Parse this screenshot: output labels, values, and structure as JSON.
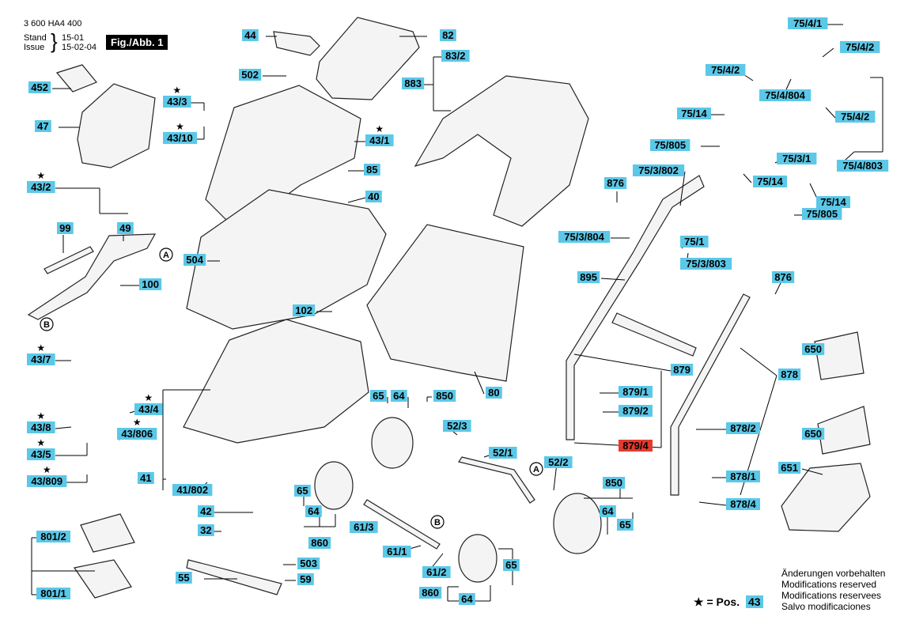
{
  "header": {
    "doc_number": "3 600 HA4 400",
    "stand_label": "Stand",
    "stand_value": "15-01",
    "issue_label": "Issue",
    "issue_value": "15-02-04",
    "figure_label": "Fig./Abb. 1"
  },
  "notes": [
    "Änderungen vorbehalten",
    "Modifications reserved",
    "Modifications reservees",
    "Salvo modificaciones"
  ],
  "star_legend": {
    "symbol": "★",
    "text": "= Pos.",
    "ref": "43"
  },
  "colors": {
    "label_bg": "#5bc8e8",
    "highlight_bg": "#e23b2e",
    "line": "#000000",
    "part_fill": "#f4f4f4",
    "part_stroke": "#222222"
  },
  "callouts": [
    {
      "id": "44",
      "text": "44"
    },
    {
      "id": "82",
      "text": "82"
    },
    {
      "id": "83_2",
      "text": "83/2"
    },
    {
      "id": "883",
      "text": "883"
    },
    {
      "id": "452",
      "text": "452"
    },
    {
      "id": "47",
      "text": "47"
    },
    {
      "id": "502",
      "text": "502"
    },
    {
      "id": "43_3",
      "text": "43/3",
      "star": true
    },
    {
      "id": "43_10",
      "text": "43/10",
      "star": true
    },
    {
      "id": "43_1",
      "text": "43/1",
      "star": true
    },
    {
      "id": "85",
      "text": "85"
    },
    {
      "id": "43_2",
      "text": "43/2",
      "star": true
    },
    {
      "id": "40",
      "text": "40"
    },
    {
      "id": "99",
      "text": "99"
    },
    {
      "id": "49",
      "text": "49"
    },
    {
      "id": "504",
      "text": "504"
    },
    {
      "id": "100",
      "text": "100"
    },
    {
      "id": "102",
      "text": "102"
    },
    {
      "id": "43_7",
      "text": "43/7",
      "star": true
    },
    {
      "id": "43_4",
      "text": "43/4",
      "star": true
    },
    {
      "id": "43_8",
      "text": "43/8",
      "star": true
    },
    {
      "id": "43_806",
      "text": "43/806",
      "star": true
    },
    {
      "id": "43_5",
      "text": "43/5",
      "star": true
    },
    {
      "id": "43_809",
      "text": "43/809",
      "star": true
    },
    {
      "id": "41",
      "text": "41"
    },
    {
      "id": "41_802",
      "text": "41/802"
    },
    {
      "id": "42",
      "text": "42"
    },
    {
      "id": "32",
      "text": "32"
    },
    {
      "id": "801_2",
      "text": "801/2"
    },
    {
      "id": "801_1",
      "text": "801/1"
    },
    {
      "id": "55",
      "text": "55"
    },
    {
      "id": "503",
      "text": "503"
    },
    {
      "id": "59",
      "text": "59"
    },
    {
      "id": "65a",
      "text": "65"
    },
    {
      "id": "64a",
      "text": "64"
    },
    {
      "id": "850a",
      "text": "850"
    },
    {
      "id": "80",
      "text": "80"
    },
    {
      "id": "52_3",
      "text": "52/3"
    },
    {
      "id": "52_1",
      "text": "52/1"
    },
    {
      "id": "65b",
      "text": "65"
    },
    {
      "id": "64b",
      "text": "64"
    },
    {
      "id": "860a",
      "text": "860"
    },
    {
      "id": "61_3",
      "text": "61/3"
    },
    {
      "id": "61_1",
      "text": "61/1"
    },
    {
      "id": "61_2",
      "text": "61/2"
    },
    {
      "id": "65c",
      "text": "65"
    },
    {
      "id": "860b",
      "text": "860"
    },
    {
      "id": "64c",
      "text": "64"
    },
    {
      "id": "52_2",
      "text": "52/2"
    },
    {
      "id": "850b",
      "text": "850"
    },
    {
      "id": "64d",
      "text": "64"
    },
    {
      "id": "65d",
      "text": "65"
    },
    {
      "id": "75_4_1",
      "text": "75/4/1"
    },
    {
      "id": "75_4_2a",
      "text": "75/4/2"
    },
    {
      "id": "75_4_2b",
      "text": "75/4/2"
    },
    {
      "id": "75_4_804",
      "text": "75/4/804"
    },
    {
      "id": "75_4_2c",
      "text": "75/4/2"
    },
    {
      "id": "75_14a",
      "text": "75/14"
    },
    {
      "id": "75_805a",
      "text": "75/805"
    },
    {
      "id": "75_3_1",
      "text": "75/3/1"
    },
    {
      "id": "75_4_803",
      "text": "75/4/803"
    },
    {
      "id": "75_3_802",
      "text": "75/3/802"
    },
    {
      "id": "75_14b",
      "text": "75/14"
    },
    {
      "id": "876a",
      "text": "876"
    },
    {
      "id": "75_14c",
      "text": "75/14"
    },
    {
      "id": "75_805b",
      "text": "75/805"
    },
    {
      "id": "75_3_804",
      "text": "75/3/804"
    },
    {
      "id": "75_1",
      "text": "75/1"
    },
    {
      "id": "75_3_803",
      "text": "75/3/803"
    },
    {
      "id": "895",
      "text": "895"
    },
    {
      "id": "876b",
      "text": "876"
    },
    {
      "id": "879",
      "text": "879"
    },
    {
      "id": "879_1",
      "text": "879/1"
    },
    {
      "id": "879_2",
      "text": "879/2"
    },
    {
      "id": "879_4",
      "text": "879/4",
      "highlight": true
    },
    {
      "id": "650a",
      "text": "650"
    },
    {
      "id": "878",
      "text": "878"
    },
    {
      "id": "878_2",
      "text": "878/2"
    },
    {
      "id": "878_1",
      "text": "878/1"
    },
    {
      "id": "878_4",
      "text": "878/4"
    },
    {
      "id": "650b",
      "text": "650"
    },
    {
      "id": "651",
      "text": "651"
    }
  ],
  "markers": [
    {
      "id": "A1",
      "text": "A"
    },
    {
      "id": "B1",
      "text": "B"
    },
    {
      "id": "A2",
      "text": "A"
    },
    {
      "id": "B2",
      "text": "B"
    }
  ],
  "parts": [
    {
      "id": "grip-44",
      "name": "handle-grip-part"
    },
    {
      "id": "cover-82",
      "name": "cover-part"
    },
    {
      "id": "catcher-lid",
      "name": "grass-catcher-lid-part"
    },
    {
      "id": "key-452",
      "name": "safety-key-part"
    },
    {
      "id": "hood-47",
      "name": "hood-part"
    },
    {
      "id": "housing-40",
      "name": "housing-part"
    },
    {
      "id": "upper-43-1",
      "name": "upper-housing-part"
    },
    {
      "id": "deck",
      "name": "mower-deck-part"
    },
    {
      "id": "basket-80",
      "name": "grass-basket-part"
    },
    {
      "id": "lever-49",
      "name": "height-lever-part"
    },
    {
      "id": "spring-99",
      "name": "spring-part"
    },
    {
      "id": "motor-801-1",
      "name": "motor-part"
    },
    {
      "id": "board-801-2",
      "name": "control-board-part"
    },
    {
      "id": "blade-55",
      "name": "blade-part"
    },
    {
      "id": "wheel-a",
      "name": "wheel-part"
    },
    {
      "id": "wheel-b",
      "name": "wheel-part"
    },
    {
      "id": "wheel-c",
      "name": "wheel-part"
    },
    {
      "id": "wheel-d",
      "name": "wheel-part"
    },
    {
      "id": "handle-upper",
      "name": "upper-handle-part"
    },
    {
      "id": "handle-lower",
      "name": "lower-handle-part"
    },
    {
      "id": "battery-a",
      "name": "battery-part"
    },
    {
      "id": "battery-b",
      "name": "battery-part"
    },
    {
      "id": "charger-651",
      "name": "charger-part"
    },
    {
      "id": "axle-52-1",
      "name": "axle-part"
    },
    {
      "id": "axle-61-1",
      "name": "axle-part"
    }
  ]
}
